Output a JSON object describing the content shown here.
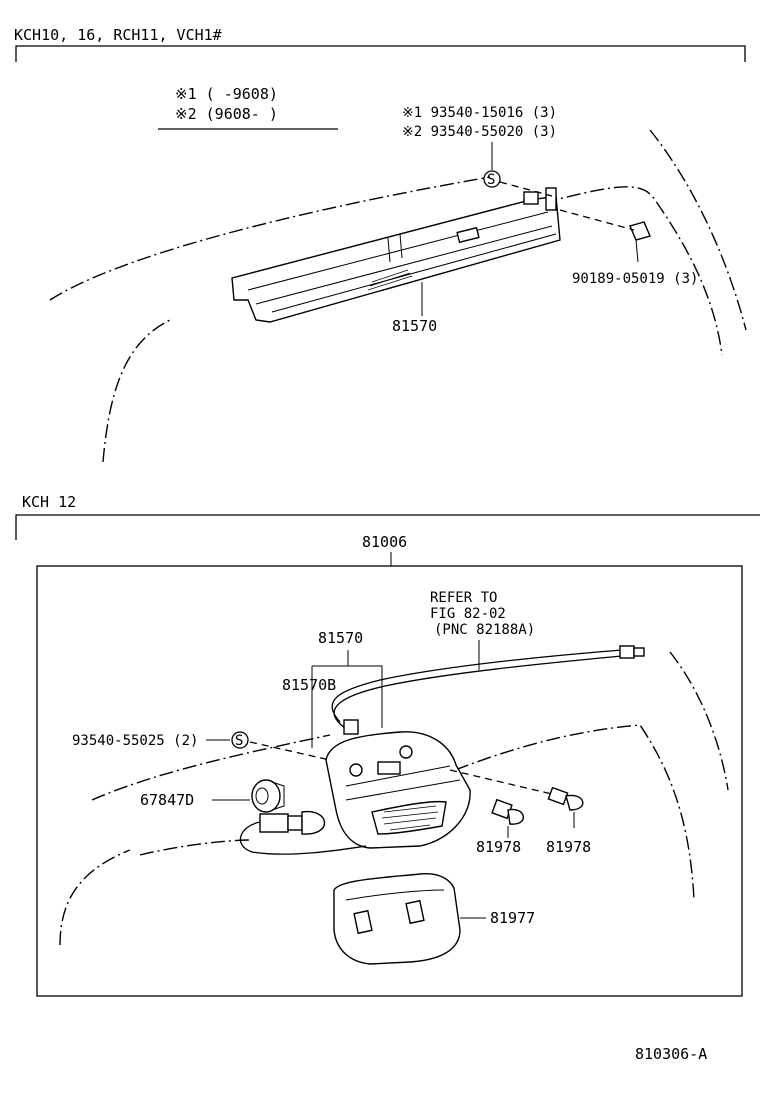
{
  "section1": {
    "header": "KCH10, 16, RCH11, VCH1#",
    "note_row1": "※1 (    -9608)",
    "note_row2": "※2 (9608-     )",
    "labels": {
      "screw_1": "※1  93540-15016 (3)",
      "screw_2": "※2  93540-55020 (3)",
      "clip": "90189-05019 (3)",
      "lamp": "81570"
    }
  },
  "section2": {
    "header": "KCH 12",
    "assembly": "81006",
    "refer_line1": "REFER TO",
    "refer_line2": "FIG 82-02",
    "refer_line3": "(PNC 82188A)",
    "labels": {
      "lamp": "81570",
      "lamp_b": "81570B",
      "screw": "93540-55025 (2)",
      "socket": "67847D",
      "bulb_1": "81978",
      "bulb_2": "81978",
      "lens": "81977"
    }
  },
  "s_symbol": "S",
  "figure_id": "810306-A"
}
